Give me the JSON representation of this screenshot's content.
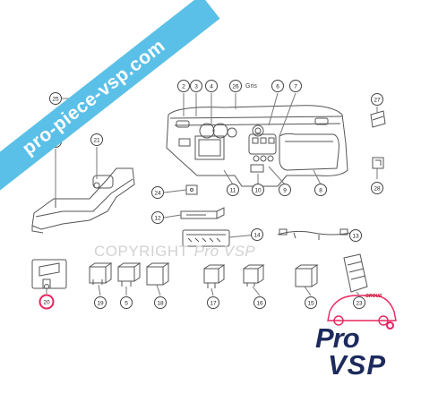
{
  "watermark": {
    "banner_text": "pro-piece-vsp.com",
    "copyright_text": "COPYRIGHT",
    "copyright_brand": "Pro VSP"
  },
  "logo": {
    "group_text": "GROUP",
    "pro_text": "Pro",
    "vsp_text": "VSP"
  },
  "diagram": {
    "gris_label": "Gris",
    "callouts": [
      {
        "id": "c2",
        "label": "2"
      },
      {
        "id": "c3",
        "label": "3"
      },
      {
        "id": "c4",
        "label": "4"
      },
      {
        "id": "c26",
        "label": "26"
      },
      {
        "id": "c6",
        "label": "6"
      },
      {
        "id": "c7",
        "label": "7"
      },
      {
        "id": "c27",
        "label": "27"
      },
      {
        "id": "c25",
        "label": "25"
      },
      {
        "id": "c22",
        "label": "22"
      },
      {
        "id": "c21",
        "label": "21"
      },
      {
        "id": "c28",
        "label": "28"
      },
      {
        "id": "c24",
        "label": "24"
      },
      {
        "id": "c11",
        "label": "11"
      },
      {
        "id": "c10",
        "label": "10"
      },
      {
        "id": "c9",
        "label": "9"
      },
      {
        "id": "c8",
        "label": "8"
      },
      {
        "id": "c12",
        "label": "12"
      },
      {
        "id": "c14",
        "label": "14"
      },
      {
        "id": "c13",
        "label": "13"
      },
      {
        "id": "c20",
        "label": "20"
      },
      {
        "id": "c19",
        "label": "19"
      },
      {
        "id": "c5",
        "label": "5"
      },
      {
        "id": "c18",
        "label": "18"
      },
      {
        "id": "c17",
        "label": "17"
      },
      {
        "id": "c16",
        "label": "16"
      },
      {
        "id": "c15",
        "label": "15"
      },
      {
        "id": "c23",
        "label": "23"
      }
    ]
  },
  "colors": {
    "line": "#555555",
    "highlight": "#e8265e",
    "banner": "#5bc0e8",
    "logo_navy": "#1d2a5c"
  }
}
